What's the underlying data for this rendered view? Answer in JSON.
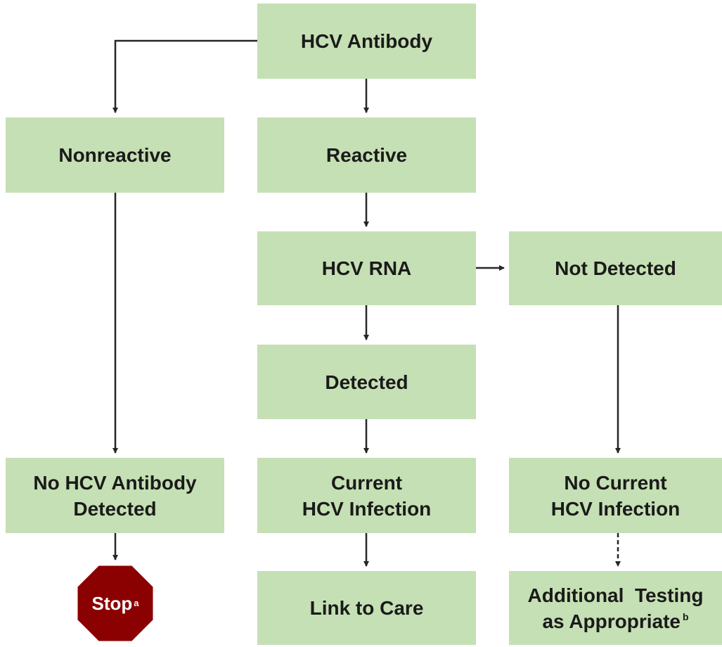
{
  "nodes": {
    "hcv_antibody": "HCV Antibody",
    "nonreactive": "Nonreactive",
    "reactive": "Reactive",
    "hcv_rna": "HCV RNA",
    "not_detected": "Not Detected",
    "detected": "Detected",
    "no_antibody": {
      "line1": "No HCV Antibody",
      "line2": "Detected"
    },
    "current_infection": {
      "line1": "Current",
      "line2": "HCV Infection"
    },
    "no_current_infection": {
      "line1": "No Current",
      "line2": "HCV Infection"
    },
    "link_to_care": "Link to Care",
    "additional_testing": {
      "line1": "Additional  Testing",
      "line2": "as Appropriate",
      "footnote": "b"
    }
  },
  "stop": {
    "label": "Stop",
    "footnote": "a"
  },
  "colors": {
    "box_fill": "#c5e0b4",
    "text": "#1a1a1a",
    "arrow": "#262626",
    "stop_fill": "#8b0000",
    "stop_border": "#ffffff"
  }
}
